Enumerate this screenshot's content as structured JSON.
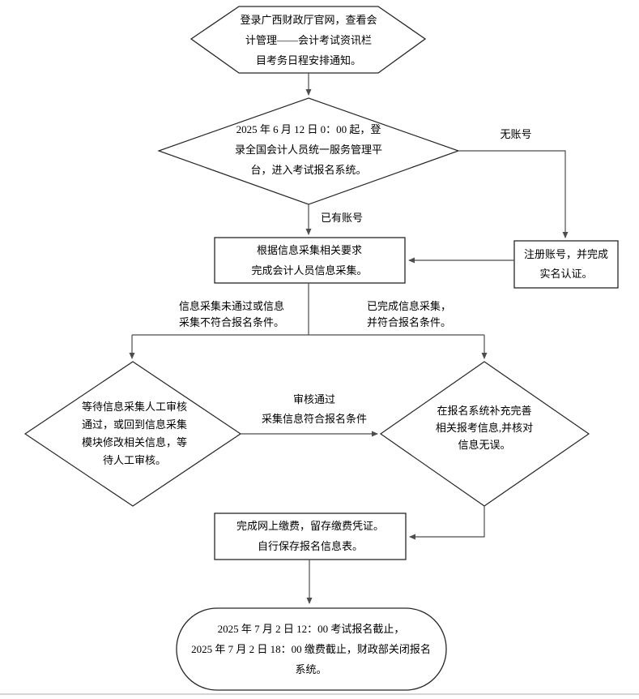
{
  "flowchart": {
    "start_hexagon": {
      "line1": "登录广西财政厅官网，查看会",
      "line2": "计管理——会计考试资讯栏",
      "line3": "目考务日程安排通知。"
    },
    "login_decision": {
      "line1": "2025 年 6 月 12 日 0：00 起，登",
      "line2": "录全国会计人员统一服务管理平",
      "line3": "台，进入考试报名系统。"
    },
    "register_box": {
      "line1": "注册账号，并完成",
      "line2": "实名认证。"
    },
    "collection_box": {
      "line1": "根据信息采集相关要求",
      "line2": "完成会计人员信息采集。"
    },
    "manual_review_diamond": {
      "line1": "等待信息采集人工审核",
      "line2": "通过，或回到信息采集",
      "line3": "模块修改相关信息，等",
      "line4": "待人工审核。"
    },
    "supplement_diamond": {
      "line1": "在报名系统补充完善",
      "line2": "相关报考信息,并核对",
      "line3": "信息无误。"
    },
    "payment_box": {
      "line1": "完成网上缴费，留存缴费凭证。",
      "line2": "自行保存报名信息表。"
    },
    "end_stadium": {
      "line1": "2025 年 7 月 2 日 12：00 考试报名截止，",
      "line2": "2025 年 7 月 2 日 18：00 缴费截止，财政部关闭报名",
      "line3": "系统。"
    },
    "edge_labels": {
      "no_account": "无账号",
      "has_account": "已有账号",
      "collection_failed_line1": "信息采集未通过或信息",
      "collection_failed_line2": "采集不符合报名条件。",
      "collection_done_line1": "已完成信息采集，",
      "collection_done_line2": "并符合报名条件。",
      "review_passed_line1": "审核通过",
      "review_passed_line2": "采集信息符合报名条件"
    }
  },
  "colors": {
    "background": "#ffffff",
    "shape_stroke": "#262626",
    "connector_stroke": "#4d4d4d",
    "text": "#000000",
    "separator": "#d4d4d4"
  }
}
